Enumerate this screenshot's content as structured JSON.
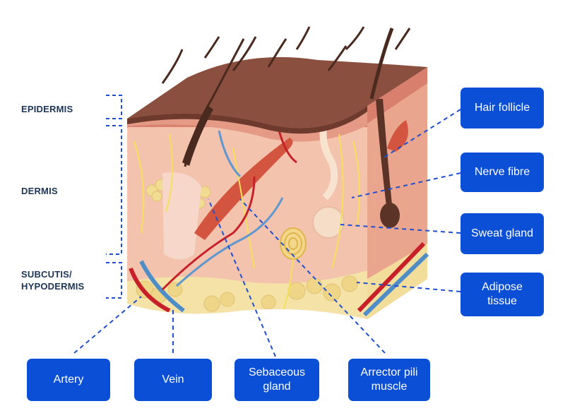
{
  "layers": {
    "epidermis": "EPIDERMIS",
    "dermis": "DERMIS",
    "subcutis_line1": "SUBCUTIS/",
    "subcutis_line2": "HYPODERMIS"
  },
  "labels": {
    "hair_follicle": "Hair follicle",
    "nerve_fibre": "Nerve fibre",
    "sweat_gland": "Sweat gland",
    "adipose_line1": "Adipose",
    "adipose_line2": "tissue",
    "artery": "Artery",
    "vein": "Vein",
    "sebaceous_line1": "Sebaceous",
    "sebaceous_line2": "gland",
    "arrector_line1": "Arrector pili",
    "arrector_line2": "muscle"
  },
  "colors": {
    "label_box": "#0b4fd6",
    "layer_text": "#1d3557",
    "leader_line": "#1f4fd0"
  }
}
